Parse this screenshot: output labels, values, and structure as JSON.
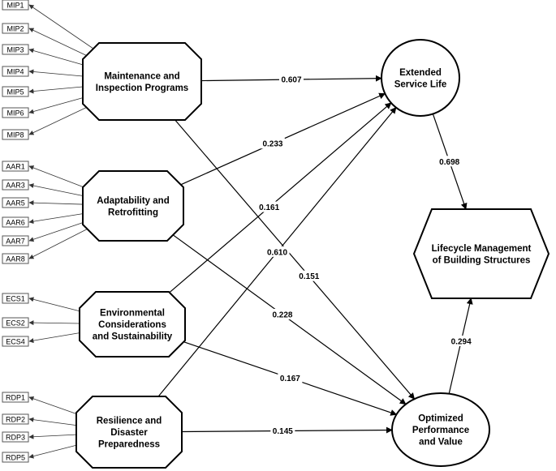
{
  "constructs": {
    "mip": {
      "lines": [
        "Maintenance and",
        "Inspection Programs"
      ],
      "indicators": [
        "MIP1",
        "MIP2",
        "MIP3",
        "MIP4",
        "MIP5",
        "MIP6",
        "MIP8"
      ]
    },
    "aar": {
      "lines": [
        "Adaptability and",
        "Retrofitting"
      ],
      "indicators": [
        "AAR1",
        "AAR3",
        "AAR5",
        "AAR6",
        "AAR7",
        "AAR8"
      ]
    },
    "ecs": {
      "lines": [
        "Environmental",
        "Considerations",
        "and Sustainability"
      ],
      "indicators": [
        "ECS1",
        "ECS2",
        "ECS4"
      ]
    },
    "rdp": {
      "lines": [
        "Resilience and",
        "Disaster",
        "Preparedness"
      ],
      "indicators": [
        "RDP1",
        "RDP2",
        "RDP3",
        "RDP5"
      ]
    },
    "esl": {
      "lines": [
        "Extended",
        "Service Life"
      ]
    },
    "opv": {
      "lines": [
        "Optimized",
        "Performance",
        "and Value"
      ]
    },
    "lmbs": {
      "lines": [
        "Lifecycle Management",
        "of Building Structures"
      ]
    }
  },
  "paths": [
    {
      "from": "mip",
      "to": "esl",
      "coef": "0.607"
    },
    {
      "from": "aar",
      "to": "esl",
      "coef": "0.233"
    },
    {
      "from": "ecs",
      "to": "esl",
      "coef": "0.161"
    },
    {
      "from": "rdp",
      "to": "esl",
      "coef": "0.610"
    },
    {
      "from": "mip",
      "to": "opv",
      "coef": "0.151"
    },
    {
      "from": "aar",
      "to": "opv",
      "coef": "0.228"
    },
    {
      "from": "ecs",
      "to": "opv",
      "coef": "0.167"
    },
    {
      "from": "rdp",
      "to": "opv",
      "coef": "0.145"
    },
    {
      "from": "esl",
      "to": "lmbs",
      "coef": "0.698"
    },
    {
      "from": "opv",
      "to": "lmbs",
      "coef": "0.294"
    }
  ]
}
